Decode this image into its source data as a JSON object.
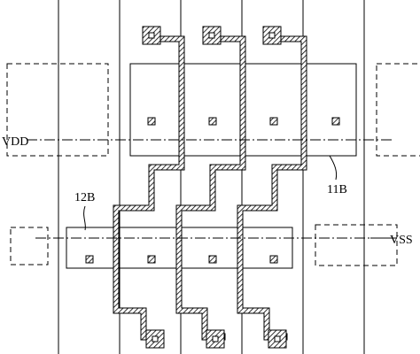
{
  "labels": {
    "vdd": "VDD",
    "vss": "VSS",
    "region_11b": "11B",
    "region_12b": "12B"
  },
  "colors": {
    "line": "#000000",
    "background": "#ffffff"
  }
}
